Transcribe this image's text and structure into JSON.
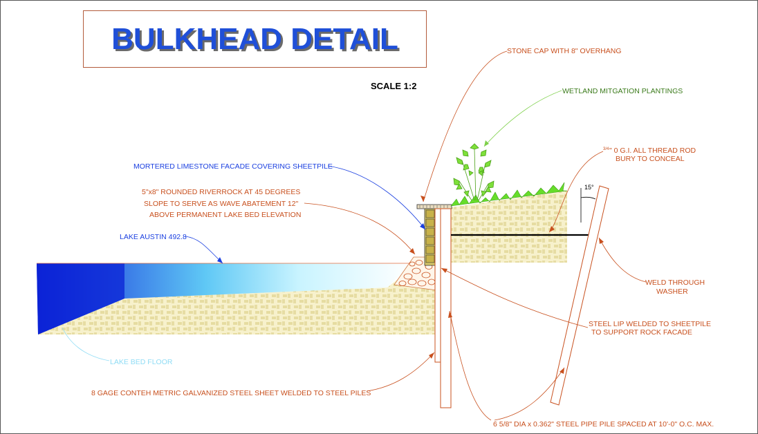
{
  "title": "BULKHEAD DETAIL",
  "scale": "SCALE 1:2",
  "angle": "15°",
  "colors": {
    "orange": "#c8501e",
    "blue": "#1a3fe0",
    "green": "#3a9a1a",
    "cyan": "#8fdcf5",
    "soil": "#f5efc4",
    "soil_line": "#c9b85a",
    "title_blue": "#1f4fd8"
  },
  "labels": {
    "stone_cap": "STONE CAP WITH 8\" OVERHANG",
    "wetland": "WETLAND MITGATION PLANTINGS",
    "rod_line1": "\" 0 G.I. ALL THREAD ROD",
    "rod_frac": "3/4",
    "rod_line2": "BURY TO CONCEAL",
    "facade": "MORTERED LIMESTONE FACADE COVERING SHEETPILE",
    "riverrock_1": "5\"x8\" ROUNDED RIVERROCK AT 45 DEGREES",
    "riverrock_2": "SLOPE TO SERVE AS WAVE ABATEMENT 12\"",
    "riverrock_3": "ABOVE PERMANENT LAKE BED ELEVATION",
    "lake": "LAKE AUSTIN 492.8",
    "weld_1": "WELD THROUGH",
    "weld_2": "WASHER",
    "lip_1": "STEEL LIP WELDED TO SHEETPILE",
    "lip_2": "TO SUPPORT ROCK FACADE",
    "lake_bed": "LAKE BED FLOOR",
    "sheet": "8 GAGE CONTEH METRIC GALVANIZED STEEL SHEET WELDED TO STEEL PILES",
    "pipe": "6 5/8\" DIA x 0.362\" STEEL PIPE PILE SPACED AT 10'-0\" O.C. MAX."
  }
}
